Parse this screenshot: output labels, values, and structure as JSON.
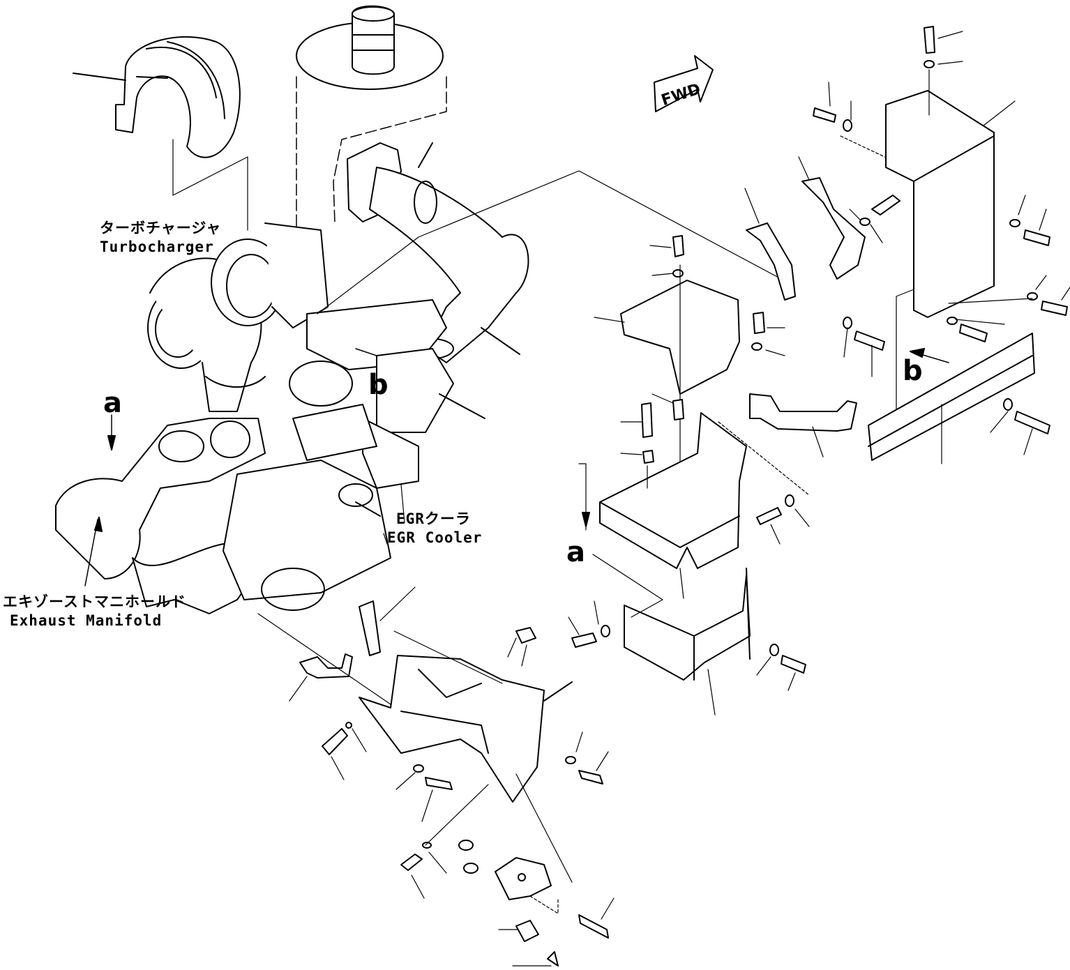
{
  "labels": {
    "turbocharger_jp": "ターボチャージャ",
    "turbocharger_en": "Turbocharger",
    "egr_cooler_jp": "EGRクーラ",
    "egr_cooler_en": "EGR Cooler",
    "exhaust_manifold_jp": "エキゾーストマニホールド",
    "exhaust_manifold_en": "Exhaust Manifold"
  },
  "view_markers": {
    "a_left": "a",
    "a_right": "a",
    "b_center": "b",
    "b_right": "b"
  },
  "direction_badge": "FWD"
}
